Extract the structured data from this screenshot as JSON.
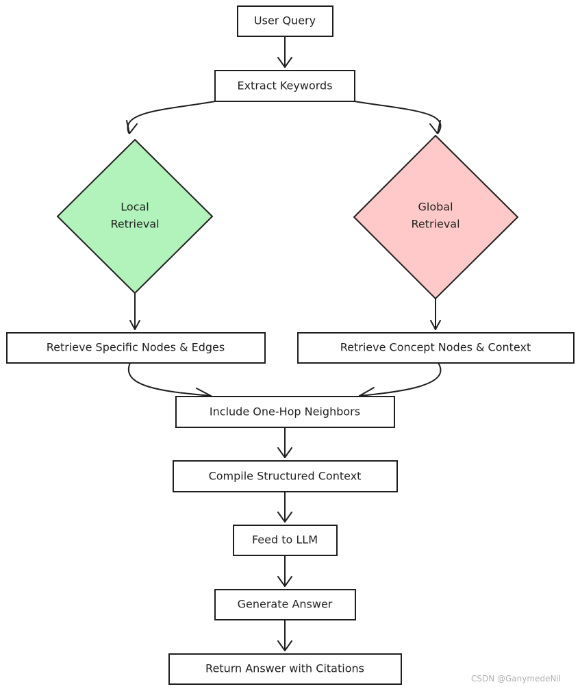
{
  "nodes": {
    "user_query": "User Query",
    "extract_keywords": "Extract Keywords",
    "local_retrieval": [
      "Local",
      "Retrieval"
    ],
    "global_retrieval": [
      "Global",
      "Retrieval"
    ],
    "retrieve_specific": "Retrieve Specific Nodes & Edges",
    "retrieve_concept": "Retrieve Concept Nodes & Context",
    "include_one_hop": "Include One-Hop Neighbors",
    "compile_context": "Compile Structured Context",
    "feed_llm": "Feed to LLM",
    "generate_answer": "Generate Answer",
    "return_answer": "Return Answer with Citations"
  },
  "colors": {
    "local_fill": "#b2f2bb",
    "global_fill": "#ffc9c9",
    "stroke": "#1e1e1e"
  },
  "watermark": "CSDN @GanymedeNil"
}
